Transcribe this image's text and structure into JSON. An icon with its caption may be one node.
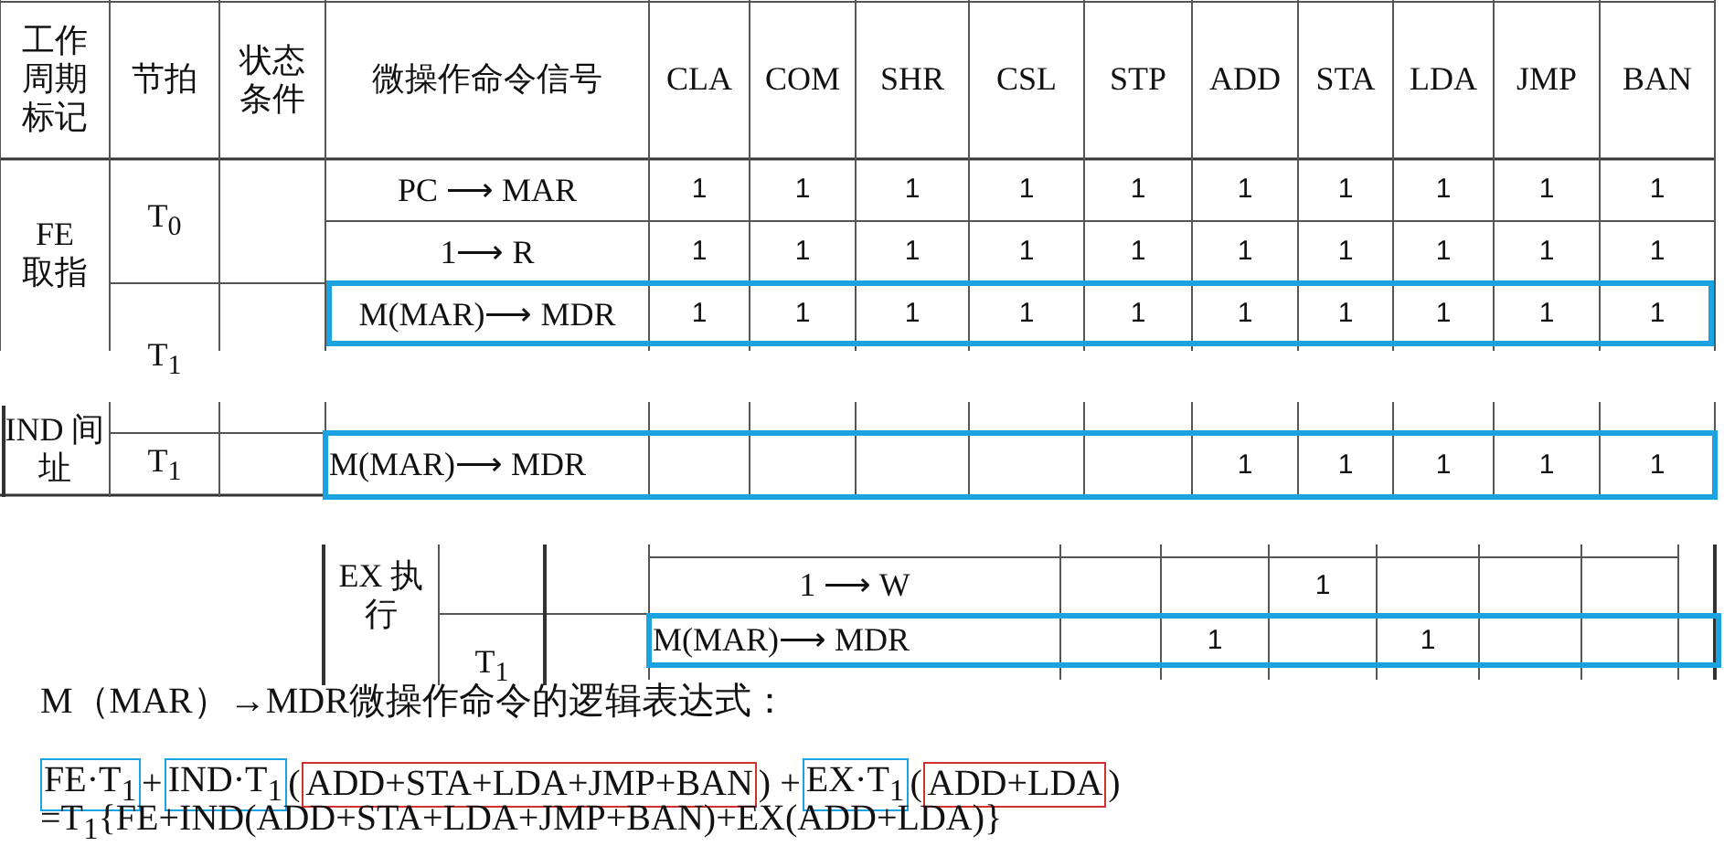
{
  "diagram": {
    "labels": [
      "工作周期标记",
      "节拍",
      "状态条件",
      "微操作命令信号",
      "CLA",
      "COM",
      "SHR",
      "CSL",
      "STP",
      "ADD",
      "STA",
      "LDA",
      "JMP",
      "BAN",
      "FE 取指",
      "T$_{0}$",
      "PC ⟶ MAR",
      "1",
      "1",
      "1",
      "1",
      "1",
      "1",
      "1",
      "1",
      "1",
      "1",
      "1⟶ R",
      "1",
      "1",
      "1",
      "1",
      "1",
      "1",
      "1",
      "1",
      "1",
      "1",
      "T$_{1}$",
      "M(MAR)⟶ MDR",
      "1",
      "1",
      "1",
      "1",
      "1",
      "1",
      "1",
      "1",
      "1",
      "1",
      "IND 间址",
      "T$_{1}$",
      "M(MAR)⟶ MDR",
      "1",
      "1",
      "1",
      "1",
      "1",
      "EX 执行",
      "1 ⟶ W",
      "1",
      "M(MAR)⟶ MDR",
      "1",
      "1",
      "T$_{1}$",
      "M（MAR）→MDR微操作命令的逻辑表达式：",
      "FE·T$_{1}$",
      "+",
      "IND·T$_{1}$",
      "(",
      "ADD+STA+LDA+JMP+BAN",
      ") +",
      "EX·T$_{1}$",
      "(",
      "ADD+LDA",
      ")",
      "=T$_{1}${FE+IND(ADD+STA+LDA+JMP+BAN)+EX(ADD+LDA)}"
    ]
  }
}
